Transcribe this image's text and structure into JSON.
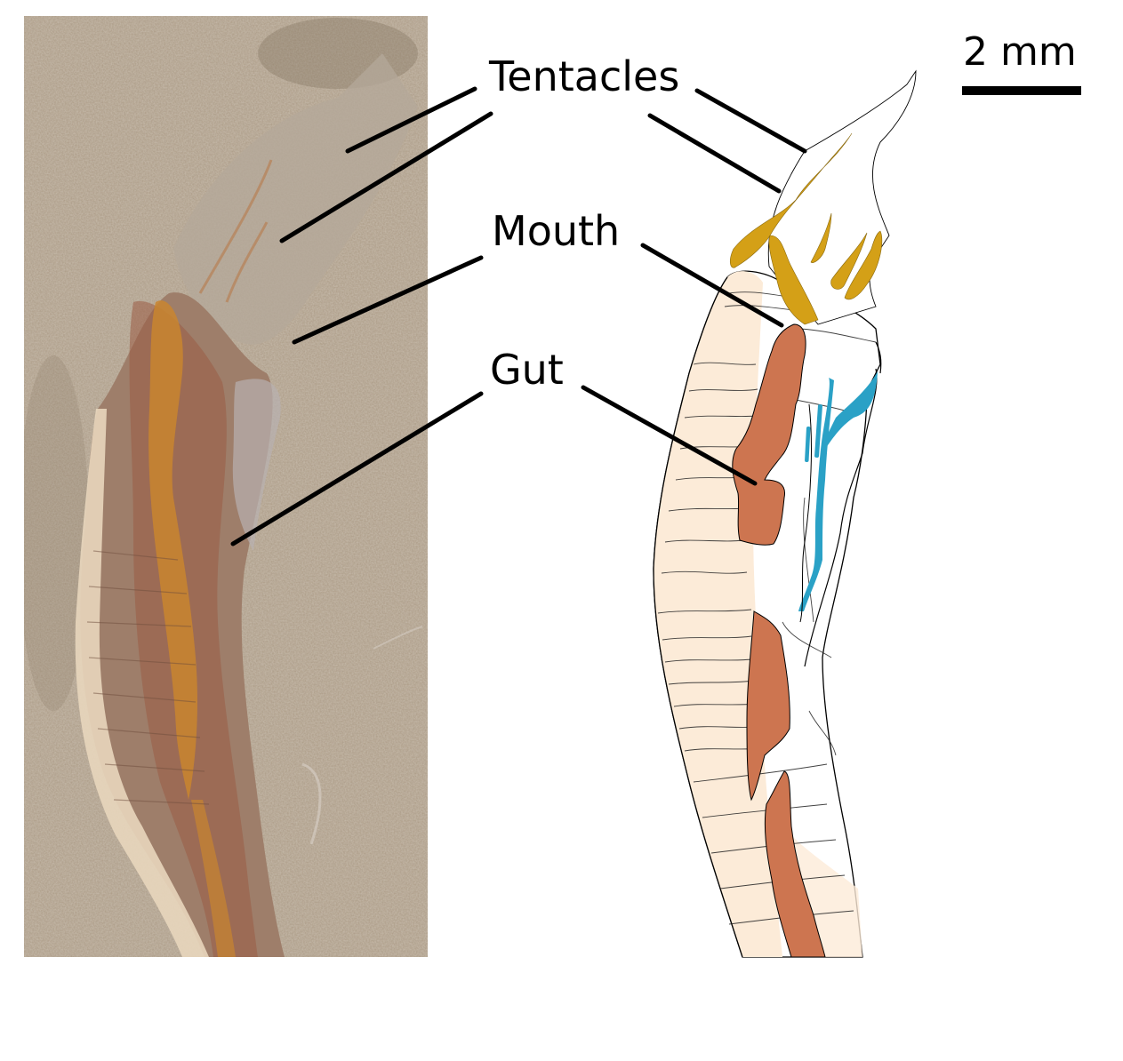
{
  "figure": {
    "panels": [
      {
        "id": "photo",
        "description": "Fossil specimen photograph on beige-brown rock matrix"
      },
      {
        "id": "drawing",
        "description": "Interpretive camera-lucida drawing of the specimen"
      }
    ],
    "labels": {
      "tentacles": "Tentacles",
      "mouth": "Mouth",
      "gut": "Gut"
    },
    "scale_bar": {
      "text": "2 mm"
    },
    "colors": {
      "rock_matrix": "#a8957e",
      "tentacles_fill": "#d4a017",
      "gut_fill": "#cd7550",
      "blue_structure_fill": "#2aa1c6",
      "body_fill": "#fcebd8",
      "outline": "#000000"
    }
  }
}
